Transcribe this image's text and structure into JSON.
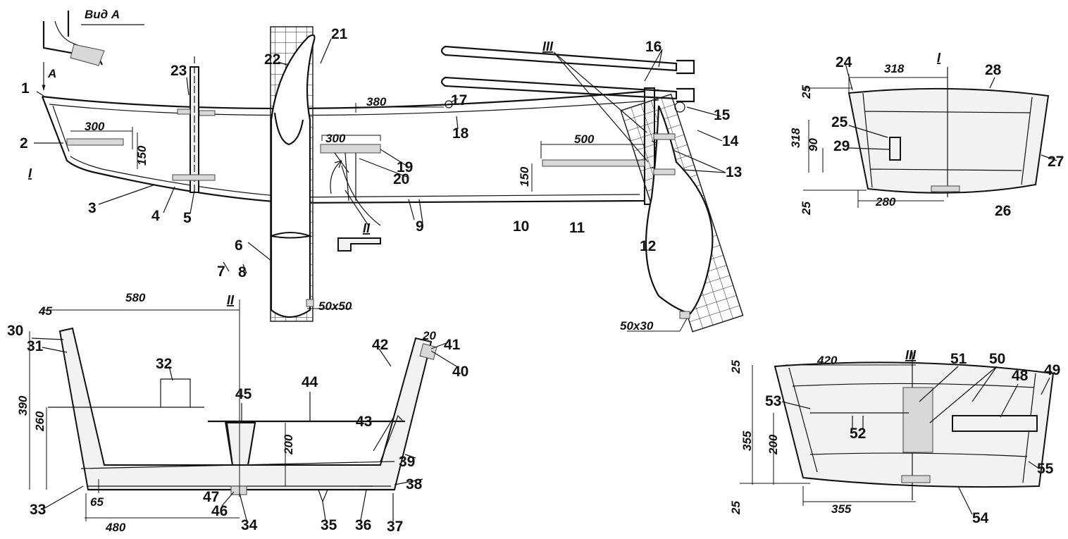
{
  "side_view": {
    "view_title": "Вид А",
    "view_arrow": "А",
    "section_marks": [
      "I",
      "II",
      "III"
    ],
    "callouts": [
      "1",
      "2",
      "3",
      "4",
      "5",
      "6",
      "7",
      "8",
      "9",
      "10",
      "11",
      "12",
      "13",
      "14",
      "15",
      "16",
      "17",
      "18",
      "19",
      "20",
      "21",
      "22",
      "23"
    ],
    "dimensions": [
      "380",
      "300",
      "300",
      "150",
      "500",
      "150",
      "50x50",
      "50x30"
    ]
  },
  "section_1": {
    "title": "I",
    "callouts": [
      "24",
      "25",
      "26",
      "27",
      "28",
      "29"
    ],
    "dimensions": [
      "318",
      "318",
      "90",
      "25",
      "25",
      "280"
    ]
  },
  "section_2": {
    "title": "II",
    "callouts": [
      "30",
      "31",
      "32",
      "33",
      "34",
      "35",
      "36",
      "37",
      "38",
      "39",
      "40",
      "41",
      "42",
      "43",
      "44",
      "45",
      "46",
      "47"
    ],
    "dimensions": [
      "580",
      "45",
      "20",
      "390",
      "260",
      "200",
      "65",
      "480"
    ]
  },
  "section_3": {
    "title": "III",
    "callouts": [
      "48",
      "49",
      "50",
      "51",
      "52",
      "53",
      "54",
      "55"
    ],
    "dimensions": [
      "420",
      "25",
      "355",
      "200",
      "25",
      "355"
    ]
  }
}
